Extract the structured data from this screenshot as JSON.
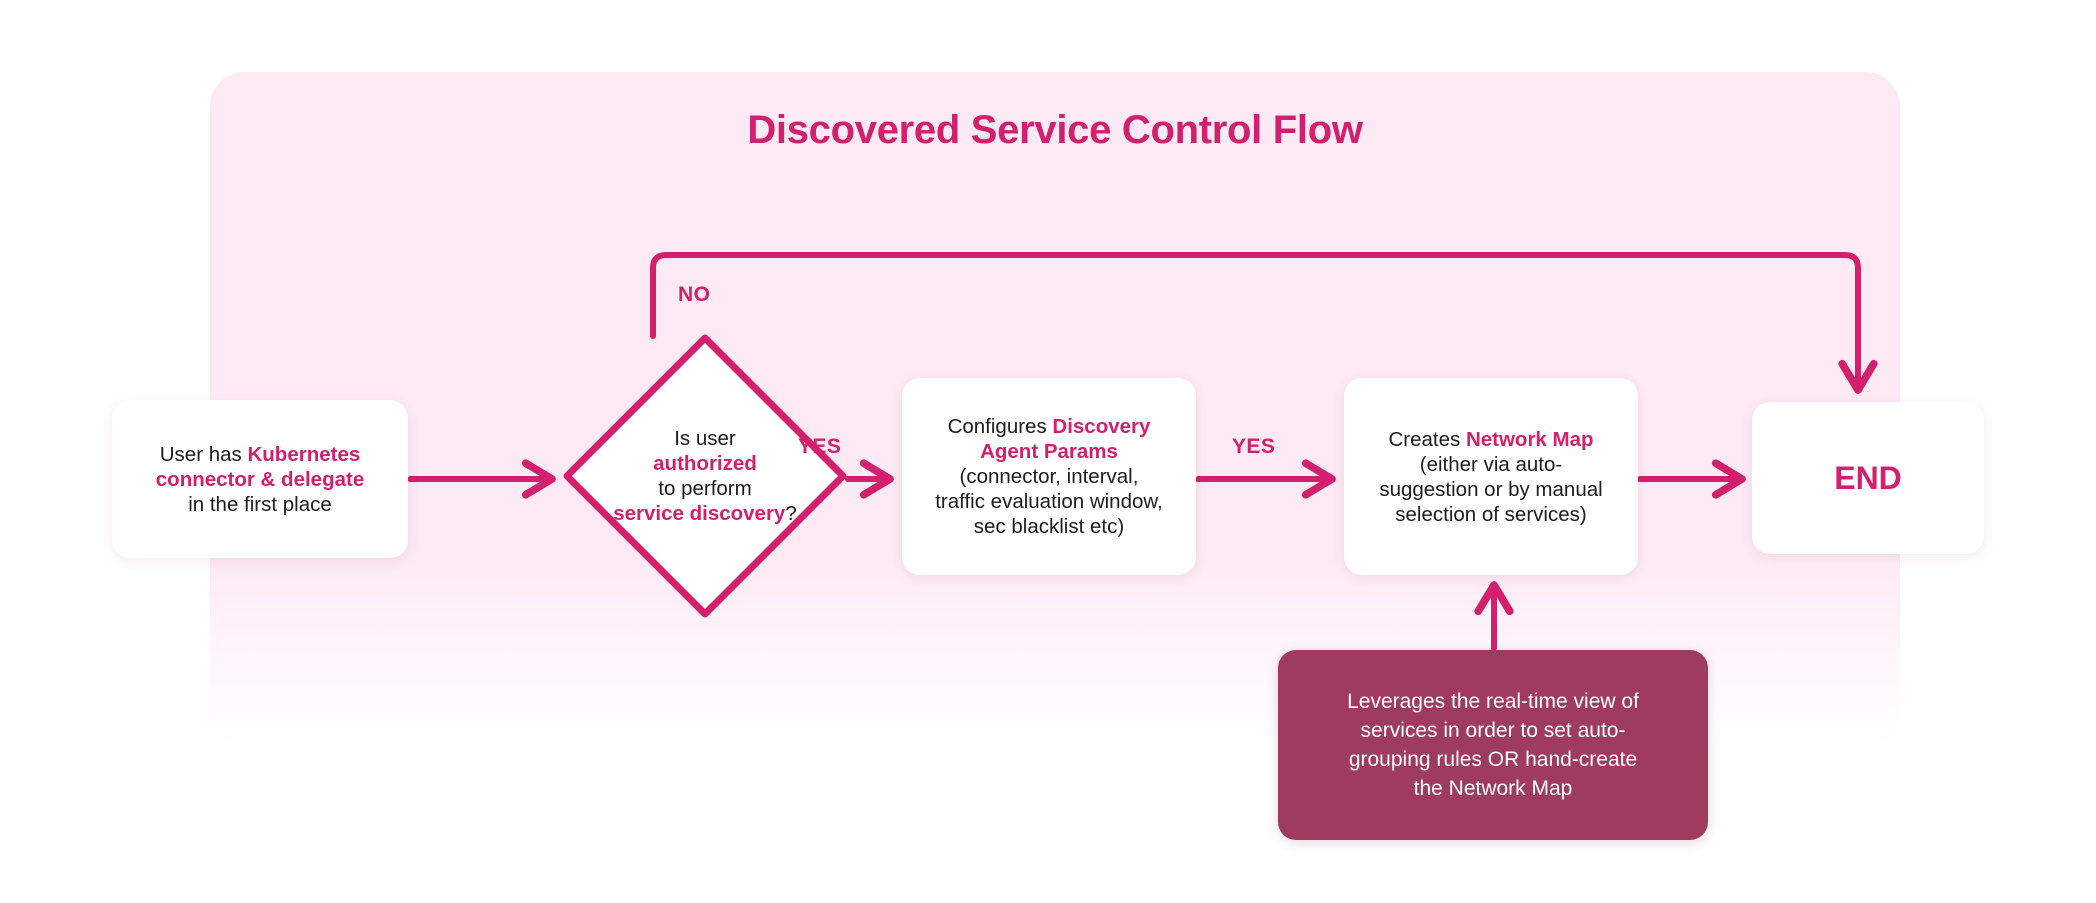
{
  "title": "Discovered Service Control Flow",
  "colors": {
    "accent": "#d2206e",
    "panel_bg": "#fdeaf4",
    "node_bg": "#ffffff",
    "note_bg": "#9e3b5e",
    "note_text": "#ffffff",
    "body_text": "#1c1c1c"
  },
  "nodes": {
    "start": {
      "shape": "rounded-rect",
      "lines": [
        [
          {
            "t": "User has ",
            "hl": false
          },
          {
            "t": "Kubernetes",
            "hl": true
          }
        ],
        [
          {
            "t": "connector & delegate",
            "hl": true
          }
        ],
        [
          {
            "t": "in the first place",
            "hl": false
          }
        ]
      ],
      "plain": "User has Kubernetes connector & delegate in the first place"
    },
    "decision": {
      "shape": "diamond",
      "lines": [
        [
          {
            "t": "Is user",
            "hl": false
          }
        ],
        [
          {
            "t": "authorized",
            "hl": true
          }
        ],
        [
          {
            "t": "to perform",
            "hl": false
          }
        ],
        [
          {
            "t": "service discovery",
            "hl": true
          },
          {
            "t": "?",
            "hl": false
          }
        ]
      ],
      "plain": "Is user authorized to perform service discovery?"
    },
    "params": {
      "shape": "rounded-rect",
      "lines": [
        [
          {
            "t": "Configures ",
            "hl": false
          },
          {
            "t": "Discovery",
            "hl": true
          }
        ],
        [
          {
            "t": "Agent Params",
            "hl": true
          }
        ],
        [
          {
            "t": "(connector, interval,",
            "hl": false
          }
        ],
        [
          {
            "t": "traffic evaluation window,",
            "hl": false
          }
        ],
        [
          {
            "t": "sec blacklist etc)",
            "hl": false
          }
        ]
      ],
      "plain": "Configures Discovery Agent Params (connector, interval, traffic evaluation window, sec blacklist etc)"
    },
    "map": {
      "shape": "rounded-rect",
      "lines": [
        [
          {
            "t": "Creates ",
            "hl": false
          },
          {
            "t": "Network Map",
            "hl": true
          }
        ],
        [
          {
            "t": "(either via auto-",
            "hl": false
          }
        ],
        [
          {
            "t": "suggestion or by manual",
            "hl": false
          }
        ],
        [
          {
            "t": "selection of services)",
            "hl": false
          }
        ]
      ],
      "plain": "Creates Network Map (either via auto-suggestion or by manual selection of services)"
    },
    "end": {
      "shape": "rounded-rect",
      "label": "END"
    },
    "note": {
      "shape": "rounded-rect-dark",
      "lines": [
        "Leverages the real-time view of",
        "services in order to set auto-",
        "grouping rules OR hand-create",
        "the Network Map"
      ],
      "plain": "Leverages the real-time view of services in order to set auto-grouping rules OR hand-create the Network Map"
    }
  },
  "edges": {
    "start_to_decision": {
      "label": ""
    },
    "decision_no": {
      "label": "NO"
    },
    "decision_yes": {
      "label": "YES"
    },
    "params_to_map": {
      "label": "YES"
    },
    "map_to_end": {
      "label": ""
    },
    "note_to_map": {
      "label": ""
    }
  }
}
